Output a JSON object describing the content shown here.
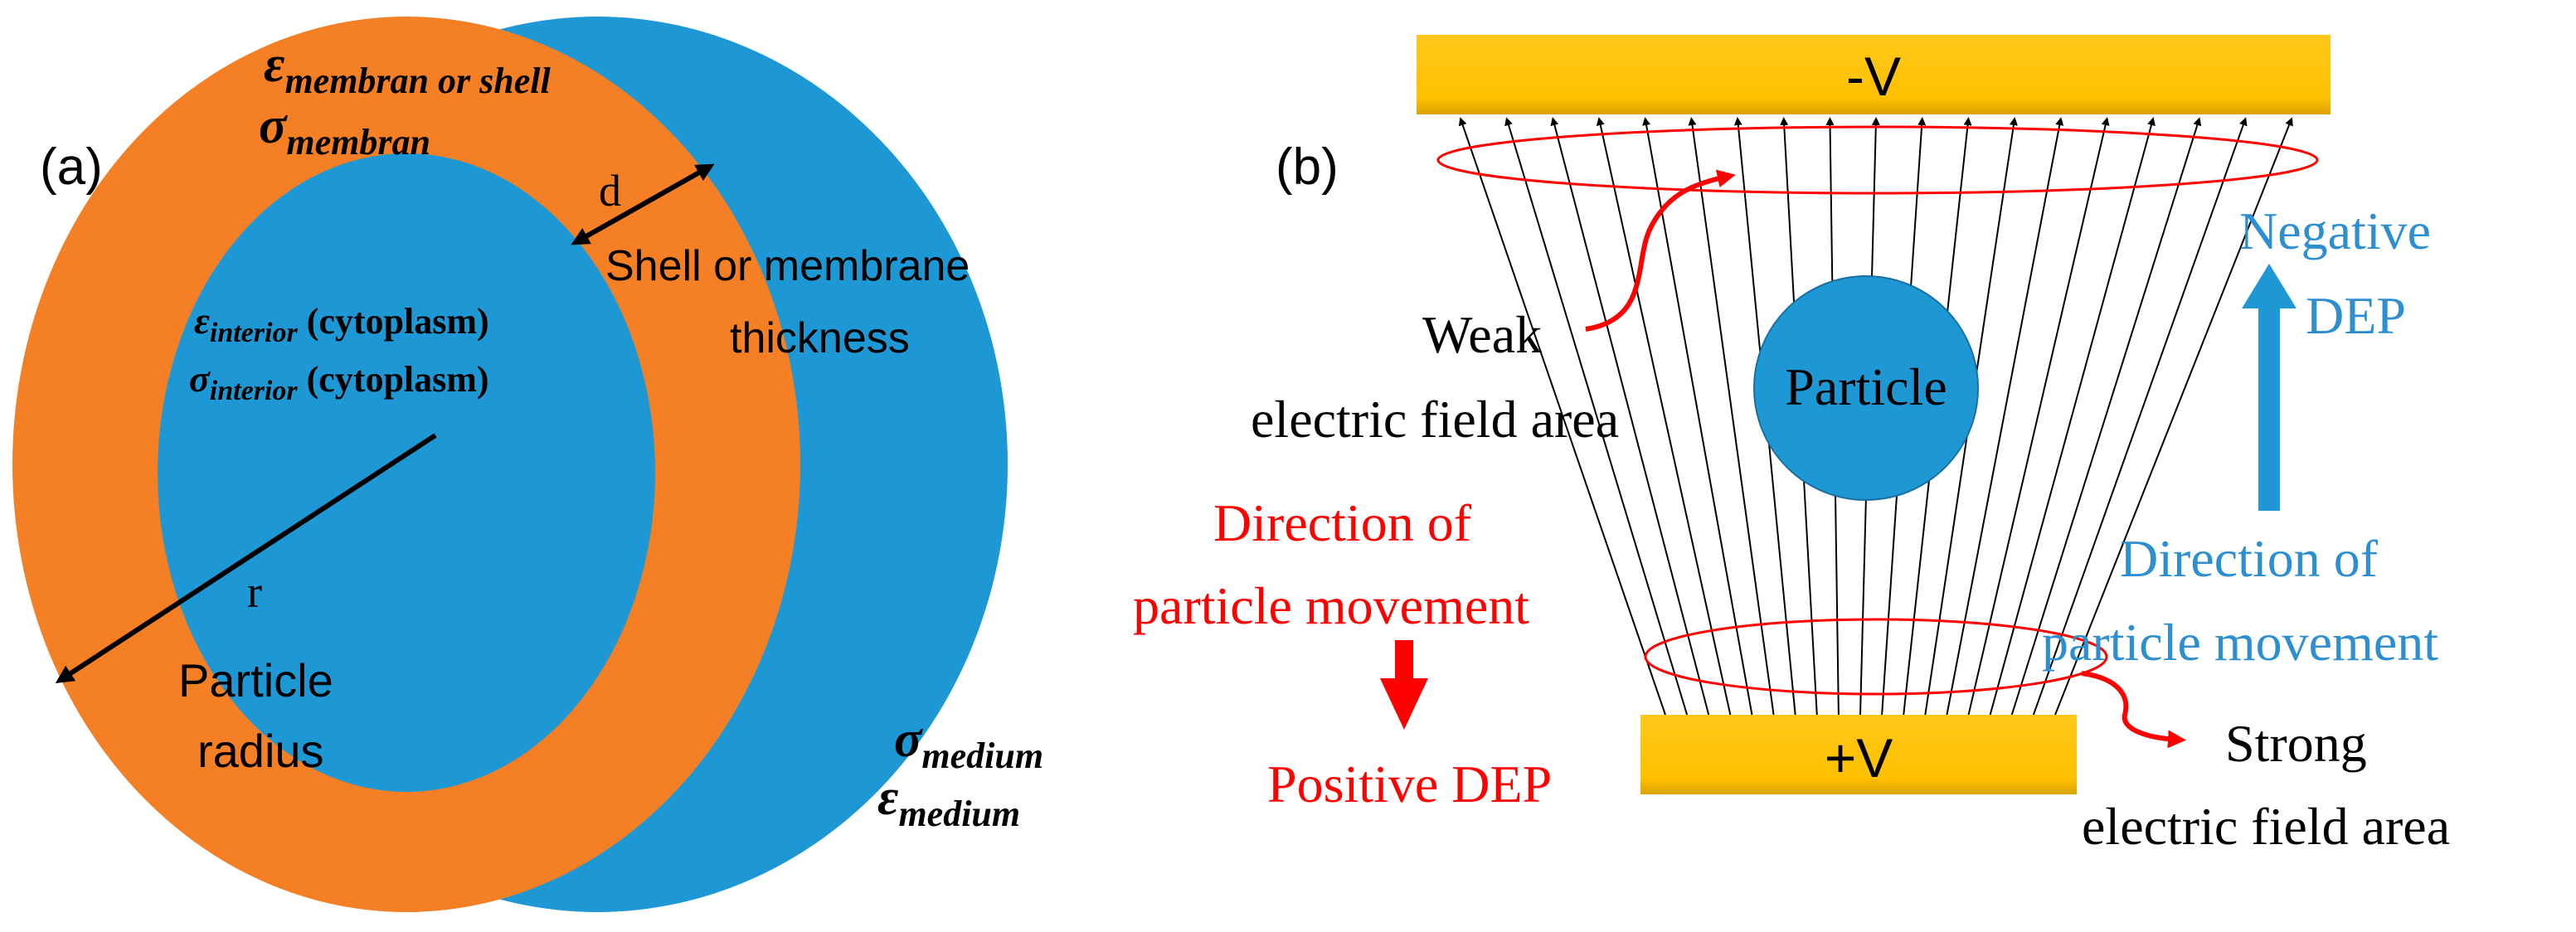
{
  "panel_a": {
    "label": "(a)",
    "membrane_eps_symbol": "ε",
    "membrane_eps_sub": "membran or shell",
    "membrane_sigma_symbol": "σ",
    "membrane_sigma_sub": "membran",
    "d_label": "d",
    "shell_text_line1": "Shell or membrane",
    "shell_text_line2": "thickness",
    "interior_eps_symbol": "ε",
    "interior_eps_sub": "interior",
    "interior_eps_suffix": " (cytoplasm)",
    "interior_sigma_symbol": "σ",
    "interior_sigma_sub": "interior",
    "interior_sigma_suffix": " (cytoplasm)",
    "r_label": "r",
    "radius_line1": "Particle",
    "radius_line2": "radius",
    "medium_sigma_symbol": "σ",
    "medium_sigma_sub": "medium",
    "medium_eps_symbol": "ε",
    "medium_eps_sub": "medium"
  },
  "panel_b": {
    "label": "(b)",
    "top_electrode": "-V",
    "bottom_electrode": "+V",
    "particle": "Particle",
    "weak_line1": "Weak",
    "weak_line2": "electric field area",
    "strong_line1": "Strong",
    "strong_line2": "electric field area",
    "neg_dep_line1": "Negative",
    "neg_dep_line2": "DEP",
    "dir_blue_line1": "Direction of",
    "dir_blue_line2": "particle movement",
    "dir_red_line1": "Direction of",
    "dir_red_line2": "particle movement",
    "pos_dep": "Positive DEP"
  },
  "colors": {
    "orange": "#F47F24",
    "blue": "#1E98D4",
    "red": "#FF0000",
    "text_blue": "#2E8FD0",
    "electrode": "#FFC000",
    "black": "#000000"
  }
}
